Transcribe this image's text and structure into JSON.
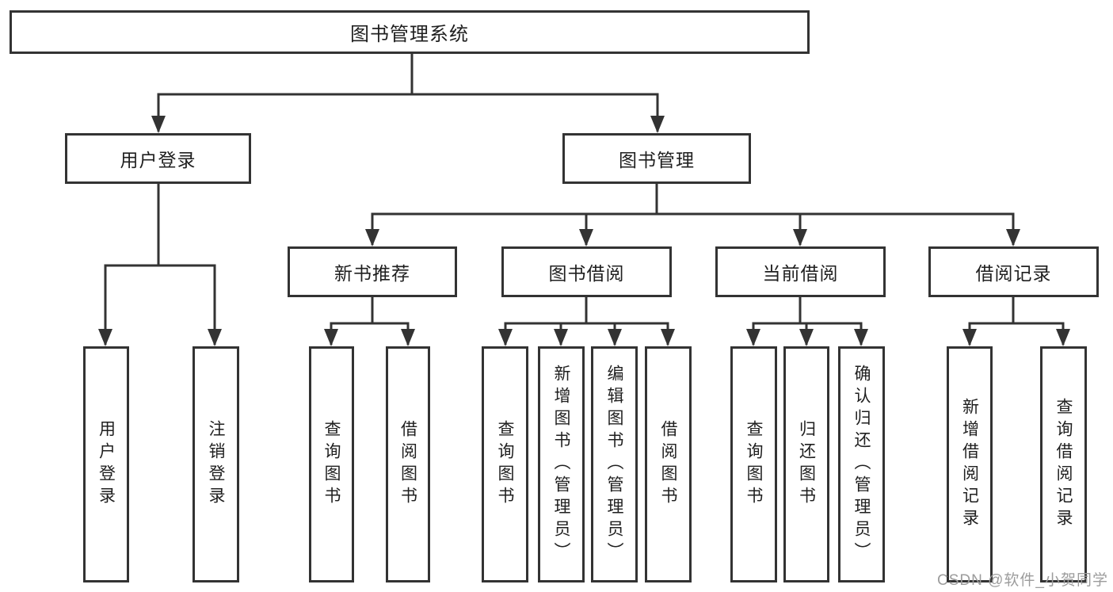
{
  "nodes": {
    "root": "图书管理系统",
    "user_login": "用户登录",
    "book_management": "图书管理",
    "new_book_recommend": "新书推荐",
    "book_borrowing": "图书借阅",
    "current_borrowing": "当前借阅",
    "borrowing_records": "借阅记录",
    "leaf_user_login": "用户登录",
    "leaf_logout": "注销登录",
    "leaf_nbr_query_books": "查询图书",
    "leaf_nbr_borrow_books": "借阅图书",
    "leaf_bb_query_books": "查询图书",
    "leaf_bb_add_books_admin": "新增图书（管理员）",
    "leaf_bb_edit_books_admin": "编辑图书（管理员）",
    "leaf_bb_borrow_books": "借阅图书",
    "leaf_cb_query_books": "查询图书",
    "leaf_cb_return_books": "归还图书",
    "leaf_cb_confirm_return_admin": "确认归还（管理员）",
    "leaf_br_add_record": "新增借阅记录",
    "leaf_br_query_record": "查询借阅记录"
  },
  "watermark": "CSDN @软件_小贺同学",
  "colors": {
    "line": "#333333",
    "text": "#1f1f1f",
    "background": "#ffffff",
    "watermark": "#9c9c9c"
  }
}
